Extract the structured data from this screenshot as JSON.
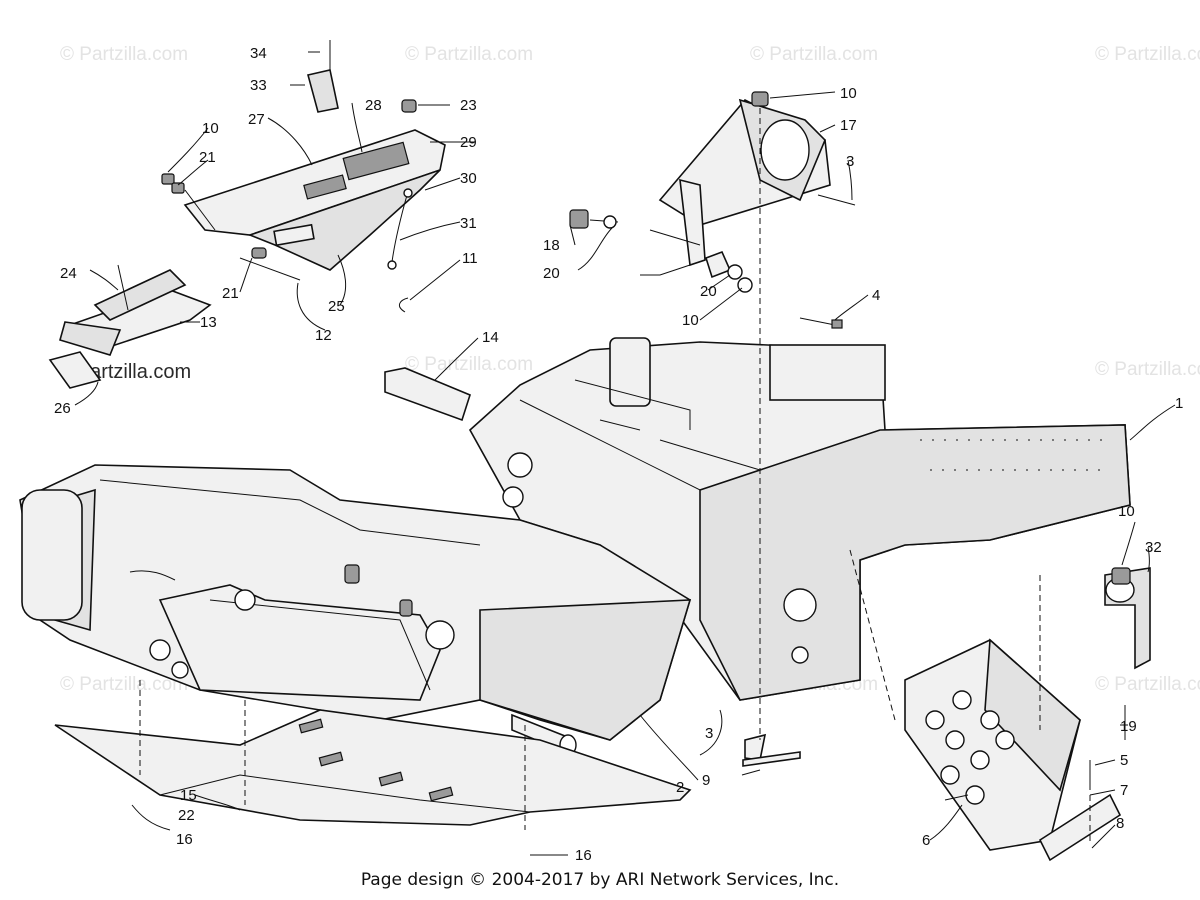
{
  "footer": {
    "text": "Page design © 2004-2017 by ARI Network Services, Inc."
  },
  "watermarks": {
    "light": "© Partzilla.com",
    "dark": "©Partzilla.com"
  },
  "callouts": [
    "1",
    "2",
    "3",
    "3",
    "4",
    "5",
    "6",
    "7",
    "8",
    "9",
    "10",
    "10",
    "10",
    "10",
    "11",
    "12",
    "13",
    "14",
    "15",
    "16",
    "16",
    "17",
    "18",
    "19",
    "20",
    "20",
    "21",
    "21",
    "22",
    "23",
    "24",
    "25",
    "26",
    "27",
    "28",
    "29",
    "30",
    "31",
    "32",
    "33",
    "34"
  ]
}
